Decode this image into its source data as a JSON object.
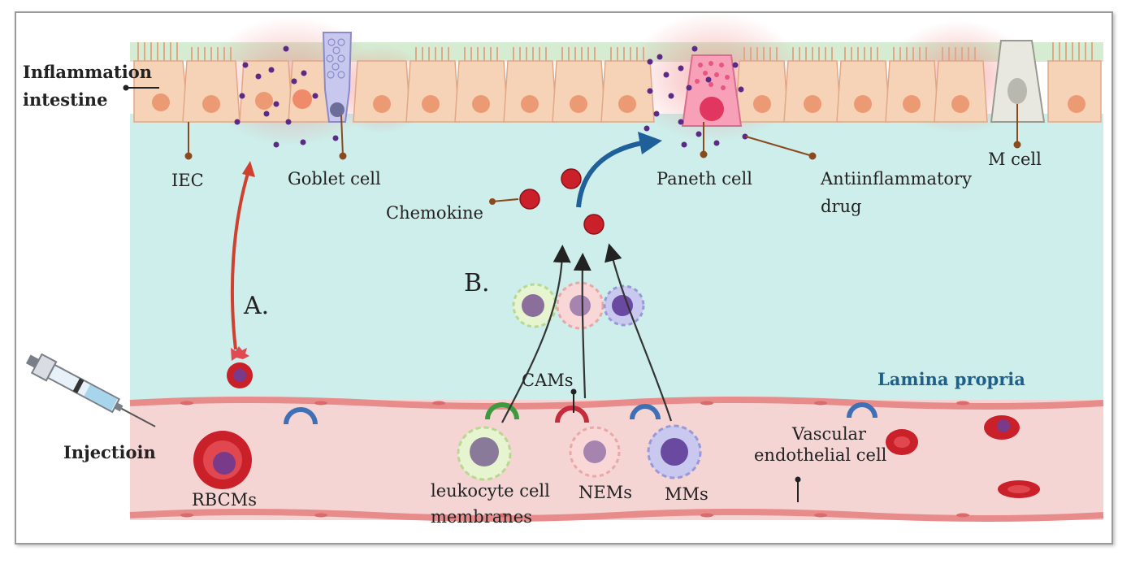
{
  "labels": {
    "inflammation_line1": "Inflammation",
    "inflammation_line2": "intestine",
    "iec": "IEC",
    "goblet": "Goblet cell",
    "paneth": "Paneth cell",
    "antiinflam_line1": "Antiinflammatory",
    "antiinflam_line2": "drug",
    "m_cell": "M cell",
    "chemokine": "Chemokine",
    "route_a": "A.",
    "route_b": "B.",
    "lamina": "Lamina propria",
    "cams": "CAMs",
    "vascular_line1": "Vascular",
    "vascular_line2": "endothelial cell",
    "injection": "Injectioin",
    "rbcms": "RBCMs",
    "leukocyte_line1": "leukocyte cell",
    "leukocyte_line2": "membranes",
    "nems": "NEMs",
    "mms": "MMs"
  },
  "colors": {
    "epithelium": "#f6d2b6",
    "lumen_top": "#d5ecd3",
    "lamina": "#cdeeea",
    "vessel": "#f5d4d4",
    "vessel_wall": "#e88b8b",
    "rbc": "#c9202a",
    "arrow_a": "#d0402f",
    "arrow_main": "#1f5f9a",
    "drug_dot": "#5a2a86",
    "leader": "#8b4a1d"
  }
}
